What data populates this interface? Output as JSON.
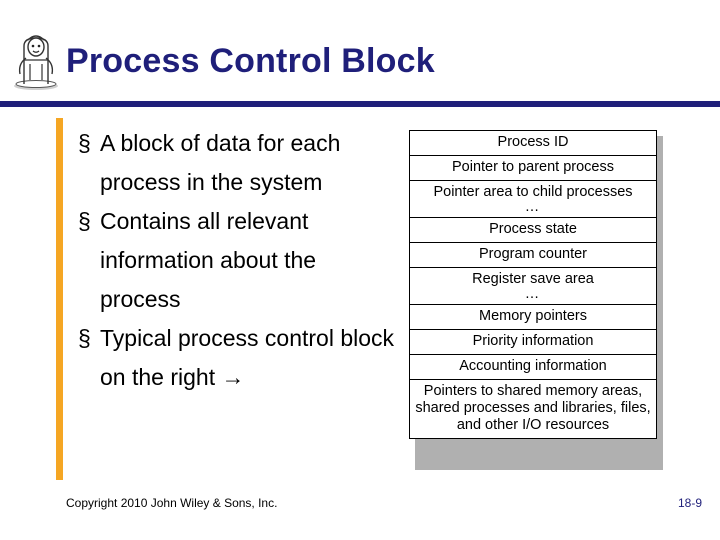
{
  "slide": {
    "title": "Process Control Block",
    "bullet_marker": "§",
    "bullets": [
      "A block of data for each process in the system",
      "Contains all relevant information about the process",
      "Typical process control block on the right →"
    ],
    "accent_color": "#F5A623",
    "title_color": "#1F1F7A",
    "rule_color": "#1F1F7A"
  },
  "pcb_table": {
    "rows": [
      {
        "text": "Process ID",
        "ellipsis": false
      },
      {
        "text": "Pointer to parent process",
        "ellipsis": false
      },
      {
        "text": "Pointer area to child processes",
        "ellipsis": true
      },
      {
        "text": "Process state",
        "ellipsis": false
      },
      {
        "text": "Program counter",
        "ellipsis": false
      },
      {
        "text": "Register save area",
        "ellipsis": true
      },
      {
        "text": "Memory pointers",
        "ellipsis": false
      },
      {
        "text": "Priority information",
        "ellipsis": false
      },
      {
        "text": "Accounting information",
        "ellipsis": false
      },
      {
        "text": "Pointers to shared memory areas, shared processes and libraries, files, and other I/O resources",
        "ellipsis": false
      }
    ],
    "ellipsis_glyph": "…"
  },
  "footer": {
    "copyright": "Copyright 2010 John Wiley & Sons, Inc.",
    "page_number": "18-9"
  }
}
